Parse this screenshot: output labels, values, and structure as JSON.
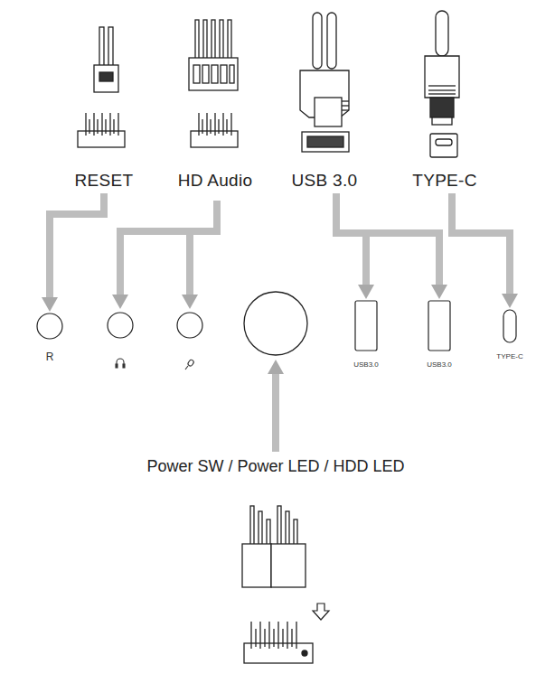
{
  "diagram": {
    "nodes": [
      {
        "text": [
          "RESET"
        ]
      },
      {
        "text": [
          "HD Audio"
        ]
      },
      {
        "text": [
          "USB 3.0"
        ]
      },
      {
        "text": [
          "TYPE-C"
        ]
      },
      {
        "text": [
          "R"
        ]
      },
      {
        "text": [
          "USB3.0"
        ]
      },
      {
        "text": [
          "USB3.0"
        ]
      },
      {
        "text": [
          "TYPE-C"
        ]
      },
      {
        "text": [
          "Power SW / Power LED / HDD LED"
        ]
      }
    ],
    "edges": [
      {
        "from": 0,
        "to": 4,
        "arrow": "to"
      },
      {
        "from": 2,
        "to": 5,
        "arrow": "to"
      },
      {
        "from": 2,
        "to": 6,
        "arrow": "to"
      },
      {
        "from": 3,
        "to": 7,
        "arrow": "to"
      }
    ]
  }
}
